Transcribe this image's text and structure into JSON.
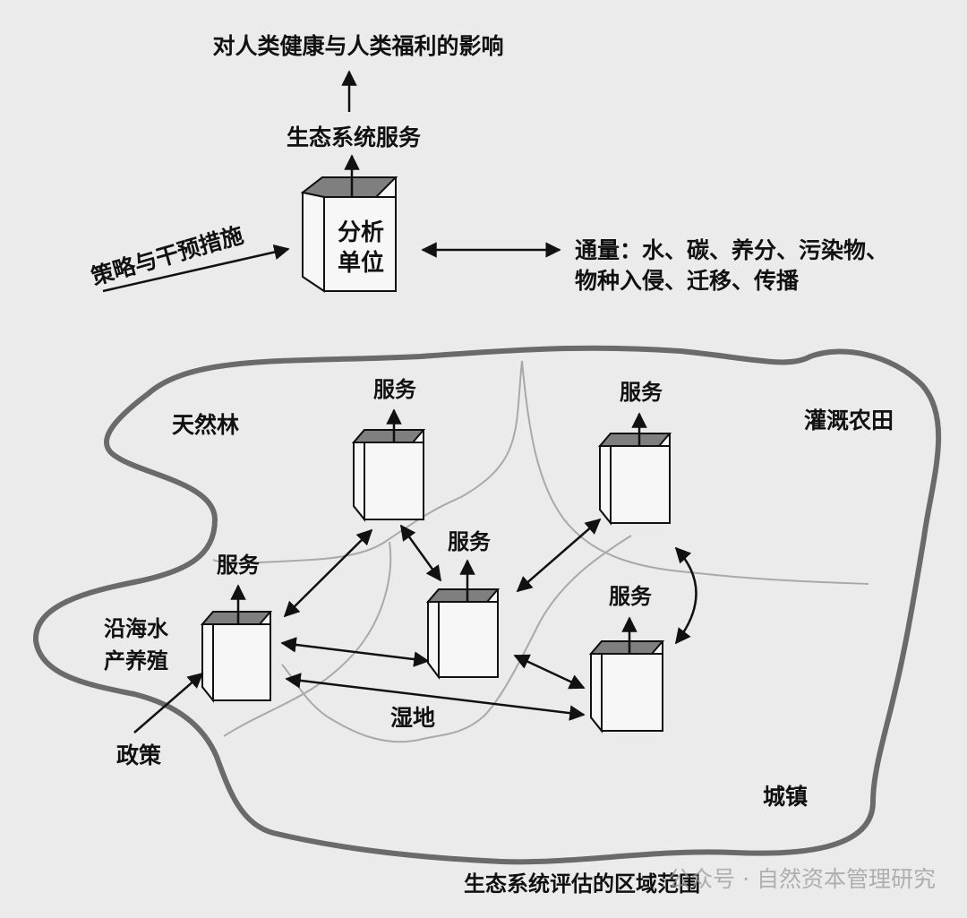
{
  "top": {
    "impact": "对人类健康与人类福利的影响",
    "ecosystem_services": "生态系统服务",
    "policy_intervention": "策略与干预措施",
    "analysis_unit_line1": "分析",
    "analysis_unit_line2": "单位",
    "flux_line1": "通量：水、碳、养分、污染物、",
    "flux_line2": "物种入侵、迁移、传播"
  },
  "region": {
    "natural_forest": "天然林",
    "irrigated_farmland": "灌溉农田",
    "coastal_aquaculture_line1": "沿海水",
    "coastal_aquaculture_line2": "产养殖",
    "wetland": "湿地",
    "town": "城镇",
    "policy": "政策",
    "service_label": "服务"
  },
  "footer": {
    "caption": "生态系统评估的区域范围",
    "watermark": "公众号 · 自然资本管理研究"
  },
  "colors": {
    "background": "#ebebeb",
    "box_fill": "#f7f7f7",
    "box_top": "#7f7f7f",
    "region_outline": "#6a6a6a",
    "sub_boundary": "#a9a9a9"
  }
}
